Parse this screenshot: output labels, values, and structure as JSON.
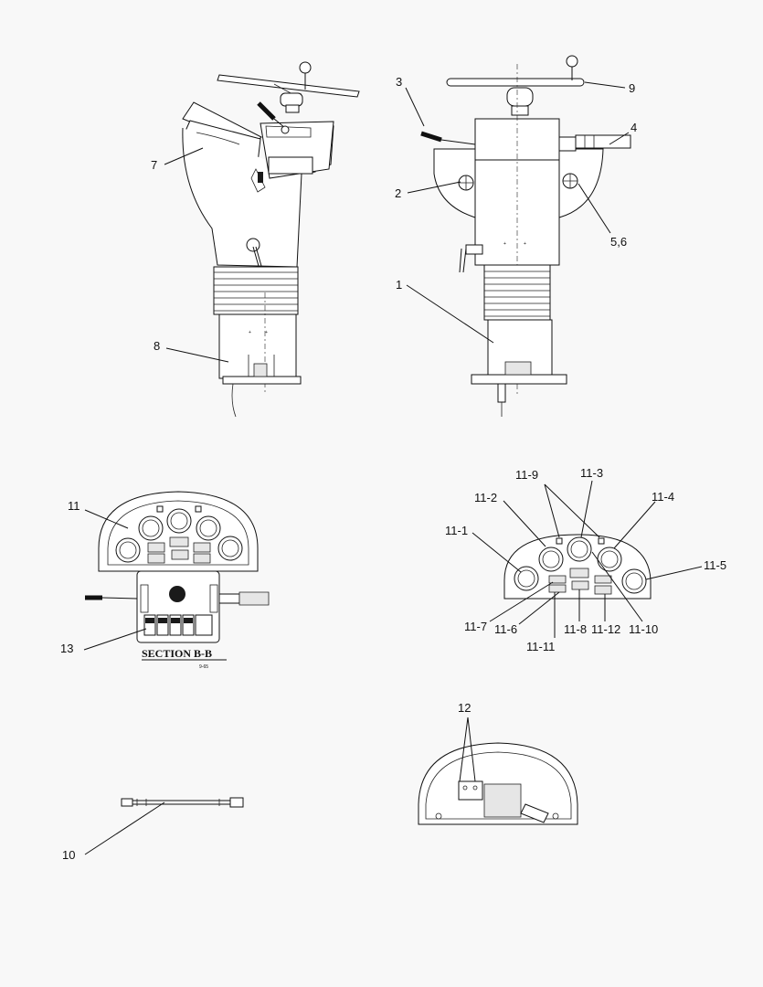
{
  "callouts": {
    "c1": "1",
    "c2": "2",
    "c3": "3",
    "c4": "4",
    "c56": "5,6",
    "c7": "7",
    "c8": "8",
    "c9": "9",
    "c10": "10",
    "c11": "11",
    "c12": "12",
    "c13": "13",
    "c11_1": "11-1",
    "c11_2": "11-2",
    "c11_3": "11-3",
    "c11_4": "11-4",
    "c11_5": "11-5",
    "c11_6": "11-6",
    "c11_7": "11-7",
    "c11_8": "11-8",
    "c11_9": "11-9",
    "c11_10": "11-10",
    "c11_11": "11-11",
    "c11_12": "11-12"
  },
  "section_title": "SECTION B-B",
  "section_ref": "9-65"
}
